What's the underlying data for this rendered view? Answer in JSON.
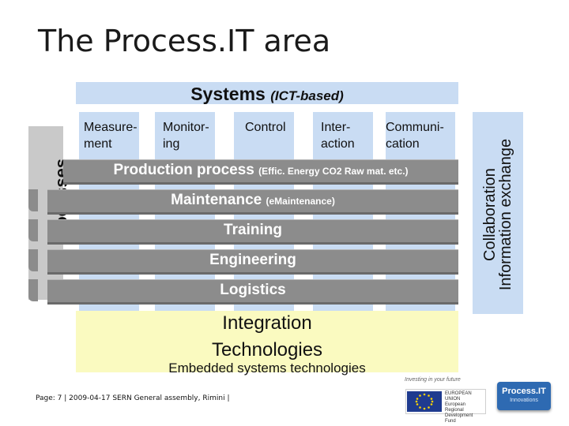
{
  "title": "The Process.IT area",
  "systems": {
    "title": "Systems",
    "subtitle": "(ICT-based)",
    "columns": [
      {
        "line1": "Measure-",
        "line2": "ment"
      },
      {
        "line1": "Monitor-",
        "line2": "ing"
      },
      {
        "line1": "Control",
        "line2": ""
      },
      {
        "line1": "Inter-",
        "line2": "action"
      },
      {
        "line1": "Communi-",
        "line2": "cation"
      }
    ]
  },
  "processes": {
    "label": "Processes",
    "bands": [
      {
        "main": "Production process",
        "detail": "(Effic. Energy CO2 Raw mat. etc.)"
      },
      {
        "main": "Maintenance",
        "detail": "(eMaintenance)"
      },
      {
        "main": "Training",
        "detail": ""
      },
      {
        "main": "Engineering",
        "detail": ""
      },
      {
        "main": "Logistics",
        "detail": ""
      }
    ]
  },
  "collaboration": {
    "line1": "Collaboration",
    "line2": "Information exchange"
  },
  "integration": {
    "line1": "Integration",
    "line2": "Technologies",
    "line3": "Embedded systems technologies"
  },
  "footer": {
    "text": "Page: 7 | 2009-04-17 SERN General assembly, Rimini |"
  },
  "eu": {
    "tagline": "Investing in your future",
    "line1": "EUROPEAN",
    "line2": "UNION",
    "line3": "European Regional",
    "line4": "Development Fund"
  },
  "logo": {
    "line1": "Process.IT",
    "line2": "Innovations"
  },
  "colors": {
    "systems_blue": "#c9dcf3",
    "band_gray": "#8c8c8c",
    "integration_yellow": "#fafac0",
    "logo_blue": "#2e6ab2",
    "eu_blue": "#1f3b8f"
  }
}
